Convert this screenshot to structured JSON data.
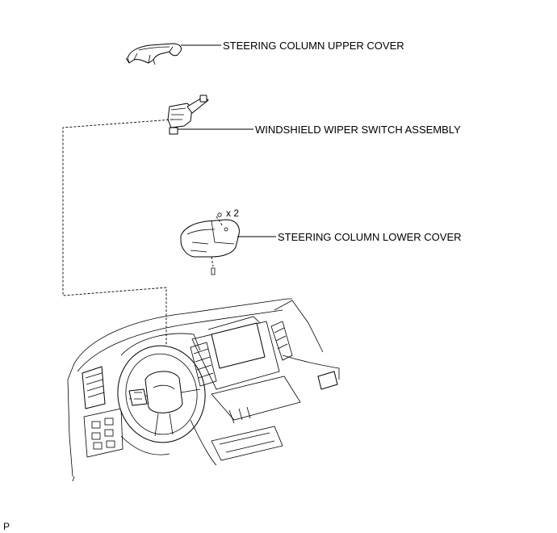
{
  "labels": {
    "upper_cover": "STEERING COLUMN UPPER COVER",
    "wiper_switch": "WINDSHIELD WIPER SWITCH ASSEMBLY",
    "lower_cover": "STEERING COLUMN LOWER COVER",
    "screw_count": "x 2",
    "corner_mark": "P"
  },
  "colors": {
    "line": "#000000",
    "background": "#ffffff"
  }
}
